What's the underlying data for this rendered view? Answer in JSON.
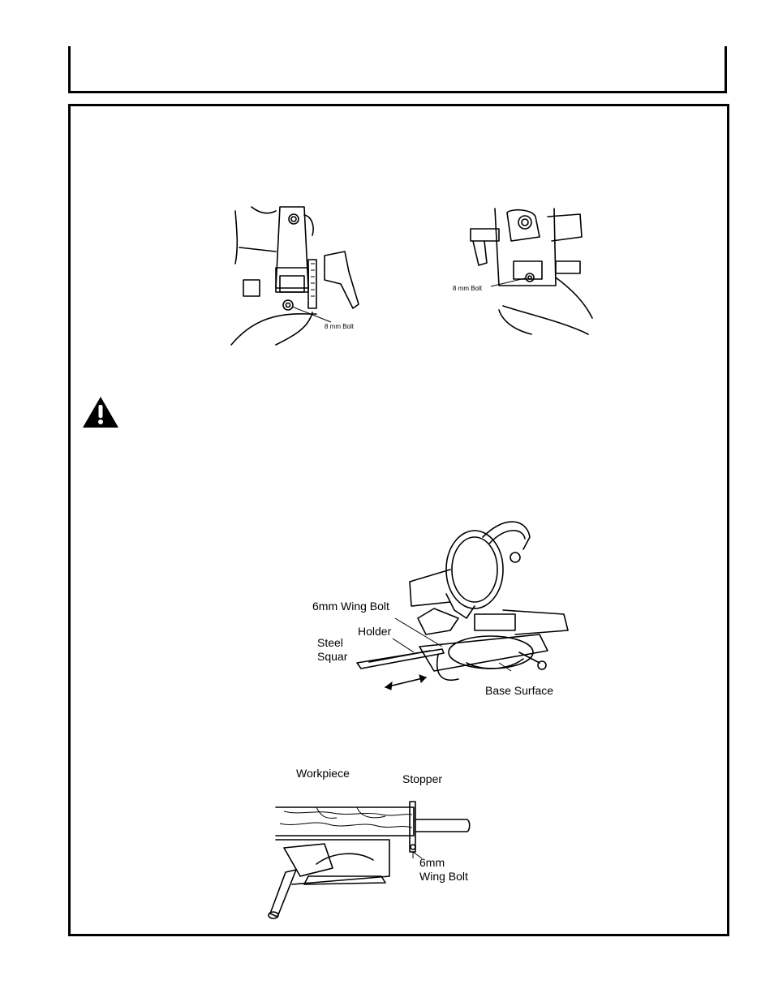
{
  "figures": {
    "bolt_left": {
      "label": "8 mm Bolt"
    },
    "bolt_right": {
      "label": "8 mm Bolt"
    },
    "saw": {
      "wing_bolt": "6mm Wing Bolt",
      "holder": "Holder",
      "steel_square_line1": "Steel",
      "steel_square_line2": "Squar",
      "base_surface": "Base Surface"
    },
    "stopper": {
      "workpiece": "Workpiece",
      "stopper": "Stopper",
      "wing_bolt_line1": "6mm",
      "wing_bolt_line2": "Wing Bolt"
    }
  },
  "icons": {
    "warning": "warning-triangle-icon"
  }
}
